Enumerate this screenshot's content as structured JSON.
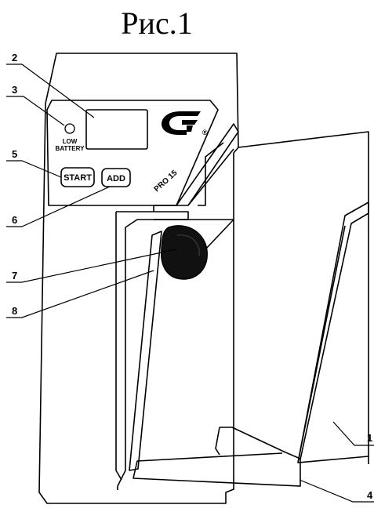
{
  "figure_title": "Рис.1",
  "panel": {
    "low_battery_line1": "LOW",
    "low_battery_line2": "BATTERY",
    "start_label": "START",
    "add_label": "ADD",
    "model_label": "PRO 15",
    "registered_mark": "®"
  },
  "callouts": [
    "2",
    "3",
    "5",
    "6",
    "7",
    "8",
    "1",
    "4"
  ]
}
